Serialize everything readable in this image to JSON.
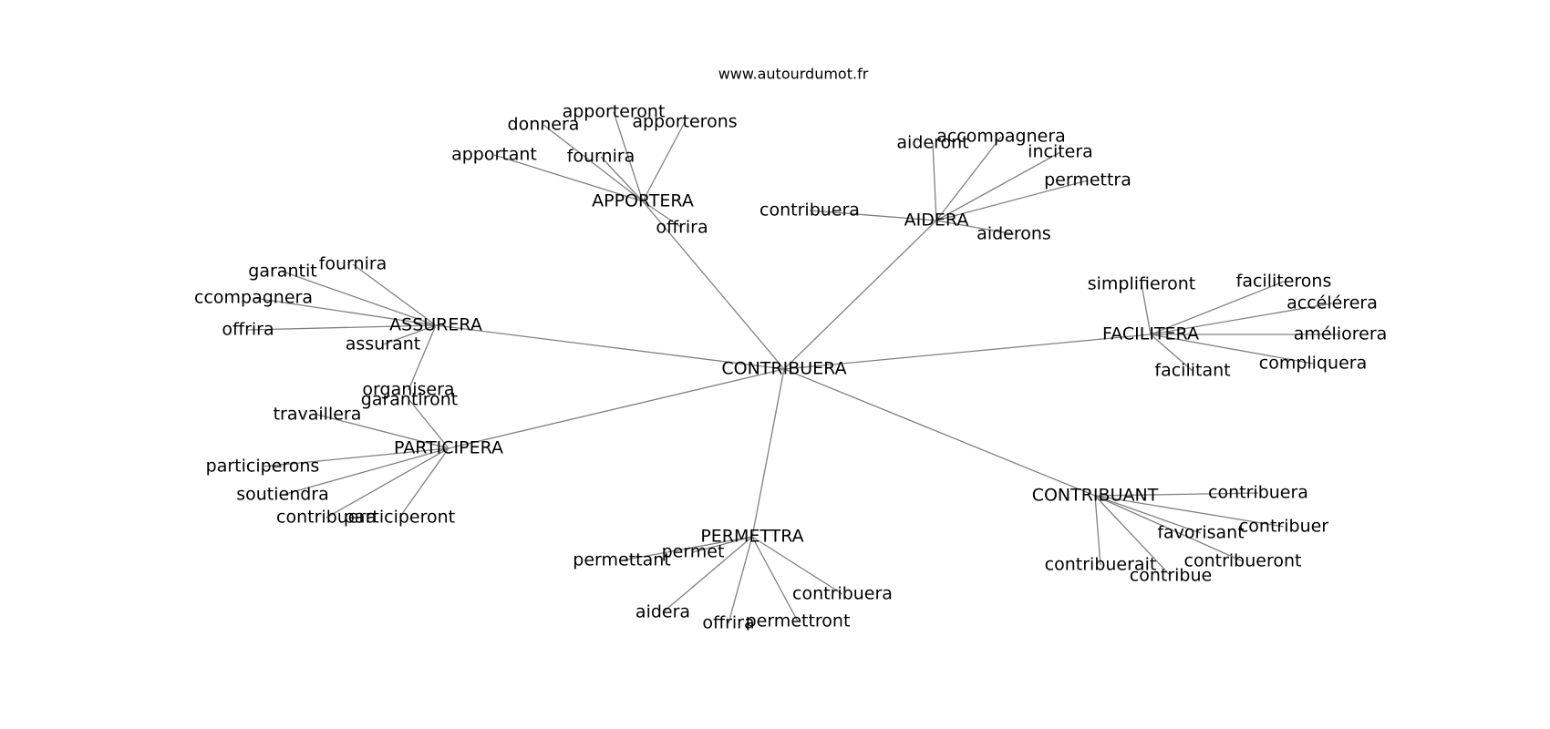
{
  "watermark": "www.autourdumot.fr",
  "center": "CONTRIBUERA",
  "groups": [
    {
      "hub": "APPORTERA",
      "leaves": [
        "apporteront",
        "donnera",
        "apporterons",
        "fournira",
        "apportant",
        "offrira"
      ]
    },
    {
      "hub": "AIDERA",
      "leaves": [
        "accompagnera",
        "aideront",
        "incitera",
        "permettra",
        "contribuera",
        "aiderons"
      ]
    },
    {
      "hub": "ASSURERA",
      "leaves": [
        "fournira",
        "garantit",
        "ccompagnera",
        "offrira",
        "assurant",
        "organisera"
      ]
    },
    {
      "hub": "FACILITERA",
      "leaves": [
        "simplifieront",
        "faciliterons",
        "accélérera",
        "améliorera",
        "compliquera",
        "facilitant"
      ]
    },
    {
      "hub": "PARTICIPERA",
      "leaves": [
        "garantiront",
        "travaillera",
        "participerons",
        "soutiendra",
        "contribuera",
        "participeront"
      ]
    },
    {
      "hub": "CONTRIBUANT",
      "leaves": [
        "contribuera",
        "contribuer",
        "favorisant",
        "contribueront",
        "contribuerait",
        "contribue"
      ]
    },
    {
      "hub": "PERMETTRA",
      "leaves": [
        "permet",
        "permettant",
        "contribuera",
        "aidera",
        "permettront",
        "offrira"
      ]
    }
  ]
}
